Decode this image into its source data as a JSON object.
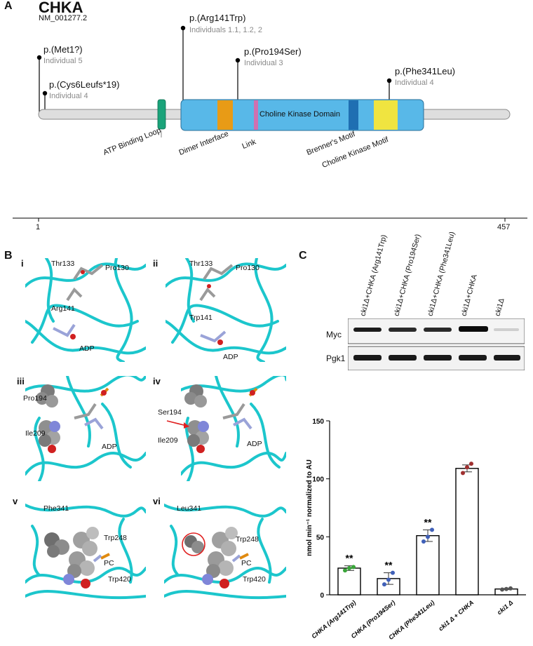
{
  "panel_a": {
    "letter": "A",
    "gene": "CHKA",
    "accession": "NM_001277.2",
    "axis_start": "1",
    "axis_end": "457",
    "domain_label": "Choline Kinase Domain",
    "variants": [
      {
        "name": "p.(Met1?)",
        "individuals": "Individual 5"
      },
      {
        "name": "p.(Cys6Leufs*19)",
        "individuals": "Individual 4"
      },
      {
        "name": "p.(Arg141Trp)",
        "individuals": "Individuals 1.1, 1.2, 2"
      },
      {
        "name": "p.(Pro194Ser)",
        "individuals": "Individual 3"
      },
      {
        "name": "p.(Phe341Leu)",
        "individuals": "Individual 4"
      }
    ],
    "features": [
      {
        "label": "ATP Binding Loop",
        "color": "#1aa37a"
      },
      {
        "label": "Dimer Interface",
        "color": "#e89b16"
      },
      {
        "label": "Link",
        "color": "#d070b0"
      },
      {
        "label": "Brenner's Motif",
        "color": "#1f6fb2"
      },
      {
        "label": "Choline Kinase Motif",
        "color": "#f0e440"
      }
    ],
    "colors": {
      "domain": "#58b8e8",
      "backbone": "#dedede"
    }
  },
  "panel_b": {
    "letter": "B",
    "structures": [
      {
        "roman": "i",
        "labels": [
          "Thr133",
          "Pro130",
          "Arg141",
          "ADP"
        ]
      },
      {
        "roman": "ii",
        "labels": [
          "Thr133",
          "Pro130",
          "Trp141",
          "ADP"
        ]
      },
      {
        "roman": "iii",
        "labels": [
          "Pro194",
          "Ile209",
          "ADP"
        ]
      },
      {
        "roman": "iv",
        "labels": [
          "Ser194",
          "Ile209",
          "ADP"
        ]
      },
      {
        "roman": "v",
        "labels": [
          "Phe341",
          "Trp248",
          "PC",
          "Trp420"
        ]
      },
      {
        "roman": "vi",
        "labels": [
          "Leu341",
          "Trp248",
          "PC",
          "Trp420"
        ]
      }
    ],
    "colors": {
      "ribbon": "#1cc6cc",
      "sphere": "#8f8f8f"
    }
  },
  "panel_c": {
    "letter": "C",
    "blot": {
      "lanes": [
        "cki1Δ+CHKA (Arg141Trp)",
        "cki1Δ+CHKA (Pro194Ser)",
        "cki1Δ+CHKA (Phe341Leu)",
        "cki1Δ+CHKA",
        "cki1Δ"
      ],
      "rows": [
        "Myc",
        "Pgk1"
      ]
    },
    "significance": "**",
    "chart_data": {
      "type": "bar",
      "ylabel": "nmol min⁻¹ normalized to AU",
      "ylim": [
        0,
        150
      ],
      "yticks": [
        0,
        50,
        100,
        150
      ],
      "categories": [
        "CHKA (Arg141Trp)",
        "CHKA (Pro194Ser)",
        "CHKA (Phe341Leu)",
        "cki1 Δ + CHKA",
        "cki1 Δ"
      ],
      "values": [
        23,
        14,
        51,
        109,
        5
      ],
      "errors": [
        2,
        5,
        5,
        3,
        0.5
      ],
      "points": [
        [
          21,
          23,
          24
        ],
        [
          9,
          13,
          19
        ],
        [
          46,
          50,
          56
        ],
        [
          105,
          110,
          113
        ],
        [
          4.5,
          5,
          5.5
        ]
      ],
      "point_colors": [
        "#3aa63a",
        "#4060b8",
        "#4060b8",
        "#a03030",
        "#555555"
      ],
      "significant": [
        true,
        true,
        true,
        false,
        false
      ]
    }
  }
}
